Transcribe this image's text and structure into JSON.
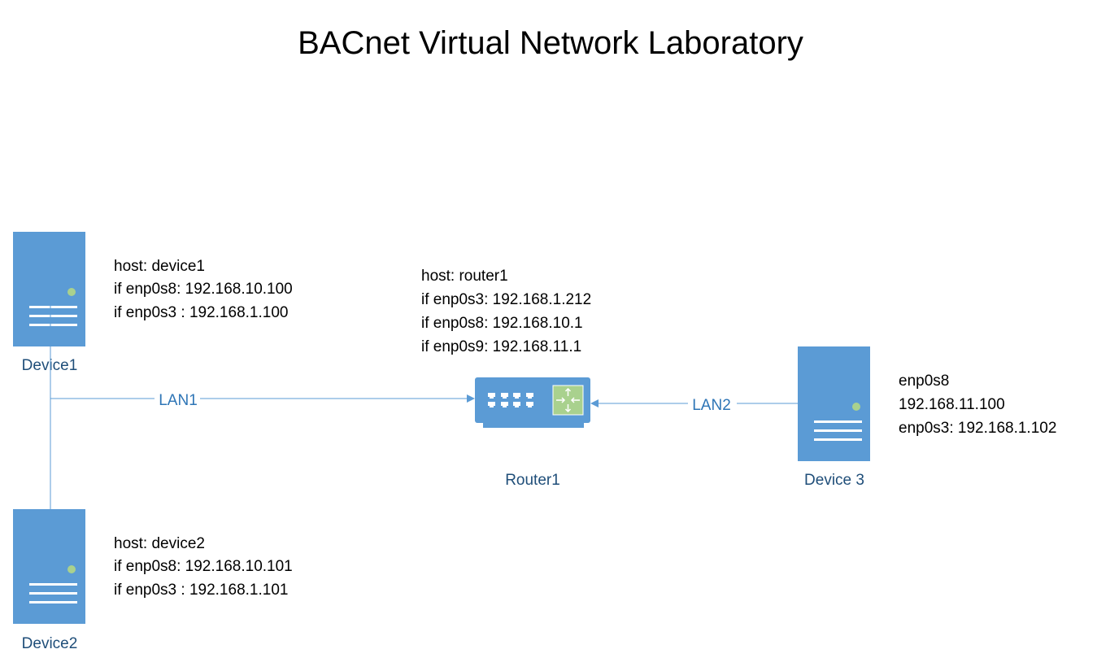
{
  "title": "BACnet Virtual Network Laboratory",
  "colors": {
    "device_fill": "#5B9BD5",
    "router_fill": "#5B9BD5",
    "router_accent": "#A9D18E",
    "link_line": "#5B9BD5",
    "caption_text": "#1F4E79",
    "lan_text": "#2E75B6",
    "status_led": "#A9D18E"
  },
  "devices": {
    "device1": {
      "caption": "Device1",
      "icon": "server-icon",
      "info": [
        "host: device1",
        "if enp0s8: 192.168.10.100",
        "if enp0s3 : 192.168.1.100"
      ]
    },
    "device2": {
      "caption": "Device2",
      "icon": "server-icon",
      "info": [
        "host: device2",
        "if enp0s8: 192.168.10.101",
        "if enp0s3 : 192.168.1.101"
      ]
    },
    "device3": {
      "caption": "Device 3",
      "icon": "server-icon",
      "info": [
        "enp0s8",
        "192.168.11.100",
        "enp0s3: 192.168.1.102"
      ]
    },
    "router1": {
      "caption": "Router1",
      "icon": "router-icon",
      "info": [
        "host: router1",
        "if enp0s3: 192.168.1.212",
        "if enp0s8: 192.168.10.1",
        "if enp0s9: 192.168.11.1"
      ]
    }
  },
  "links": {
    "lan1": {
      "label": "LAN1"
    },
    "lan2": {
      "label": "LAN2"
    }
  }
}
